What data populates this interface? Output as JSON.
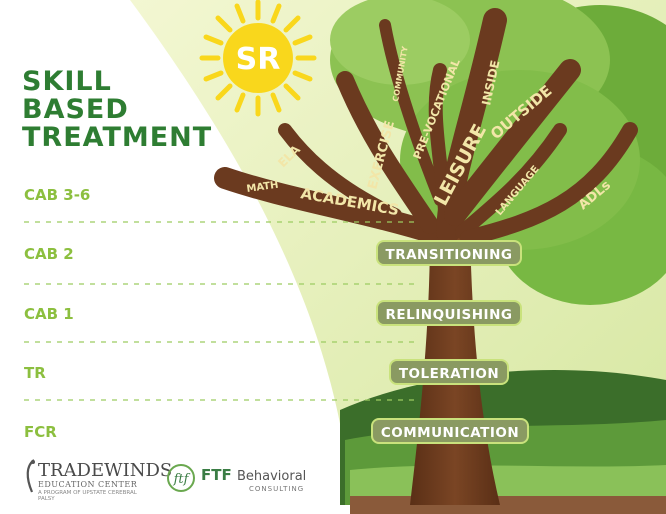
{
  "title_lines": [
    "SKILL",
    "BASED",
    "TREATMENT"
  ],
  "sun_label": "SR",
  "levels": [
    "CAB 3-6",
    "CAB 2",
    "CAB 1",
    "TR",
    "FCR"
  ],
  "trunk_stages": [
    "TRANSITIONING",
    "RELINQUISHING",
    "TOLERATION",
    "COMMUNICATION"
  ],
  "branches": {
    "math": "MATH",
    "ela": "ELA",
    "academics": "ACADEMICS",
    "exercise": "EXERCISE",
    "community": "COMMUNITY",
    "pre_vocational": "PRE-VOCATIONAL",
    "leisure": "LEISURE",
    "inside": "INSIDE",
    "outside": "OUTSIDE",
    "language": "LANGUAGE",
    "adls": "ADLs"
  },
  "logos": {
    "tradewinds_name": "TRADEWINDS",
    "tradewinds_sub": "EDUCATION CENTER",
    "tradewinds_tag": "A PROGRAM OF UPSTATE CEREBRAL PALSY",
    "ftf_mark": "ftf",
    "ftf_name": "FTF",
    "ftf_behavioral": "Behavioral",
    "ftf_consulting": "CONSULTING"
  },
  "colors": {
    "title_green": "#2e7d32",
    "level_green": "#8cbf3f",
    "trunk_brown": "#6b3a1f",
    "branch_text": "#f2e6a8",
    "sun_yellow": "#f9d71c"
  }
}
